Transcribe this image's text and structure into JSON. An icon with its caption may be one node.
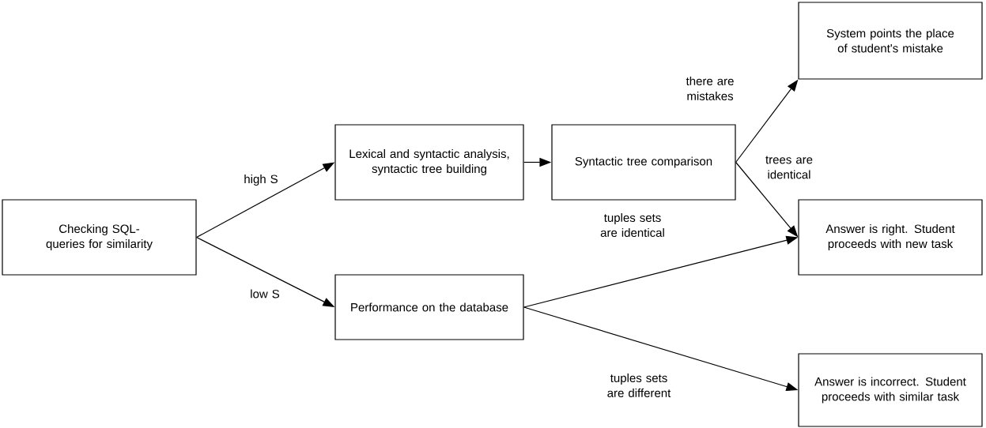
{
  "diagram": {
    "nodes": [
      {
        "text": [
          "Checking SQL-queries for similarity"
        ]
      },
      {
        "text": [
          "Lexical and syntactic analysis, syntactic tree building"
        ]
      },
      {
        "text": [
          "Syntactic tree comparison"
        ]
      },
      {
        "text": [
          "System points the place of student's mistake"
        ]
      },
      {
        "text": [
          "Answer is right. Student proceeds with new task"
        ]
      },
      {
        "text": [
          "Performance on the database"
        ]
      },
      {
        "text": [
          "Answer is incorrect. Student proceeds with similar task"
        ]
      }
    ],
    "edges": [
      {
        "from": 0,
        "to": 1,
        "arrow": "to",
        "label": "high S"
      },
      {
        "from": 0,
        "to": 5,
        "arrow": "to",
        "label": "low S"
      },
      {
        "from": 1,
        "to": 2,
        "arrow": "to"
      },
      {
        "from": 2,
        "to": 3,
        "arrow": "to",
        "label": "there are mistakes"
      },
      {
        "from": 2,
        "to": 4,
        "arrow": "to",
        "label": "trees are identical"
      },
      {
        "from": 5,
        "to": 4,
        "arrow": "to",
        "label": "tuples sets are identical"
      },
      {
        "from": 5,
        "to": 6,
        "arrow": "to",
        "label": "tuples sets are different"
      }
    ]
  }
}
